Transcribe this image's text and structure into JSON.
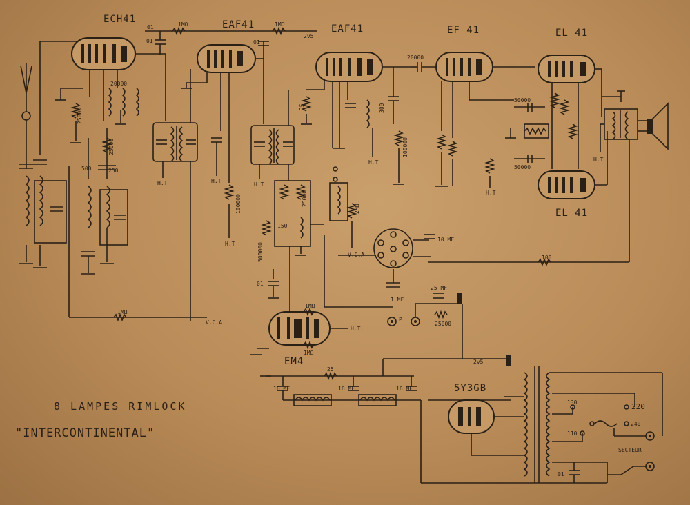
{
  "tubes": {
    "ech41": "ECH41",
    "eaf41_a": "EAF41",
    "eaf41_b": "EAF41",
    "ef41": "EF 41",
    "el41_a": "EL 41",
    "el41_b": "EL 41",
    "em4": "EM4",
    "rect": "5Y3GB"
  },
  "values": {
    "r_1mo_a": "1MΩ",
    "r_1mo_b": "1MΩ",
    "r_1mo_c": "1MΩ",
    "r_1mo_d": "1MΩ",
    "r_1mo_e": "1MΩ",
    "r_25000_a": "25000",
    "r_25000_b": "25000",
    "r_25000_c": "25000",
    "r_50000_a": "50000",
    "r_50000_b": "50000",
    "r_100000_a": "100000",
    "r_100000_b": "100000",
    "r_500000": "500000",
    "r_20000": "20000",
    "r_25": "25",
    "r_100": "100",
    "r_250": "250",
    "r_2mo": "2MΩ",
    "c_01_a": "01",
    "c_01_b": "01",
    "c_01_c": "01",
    "c_300": "300",
    "c_500": "500",
    "c_150": "150",
    "c_10mf": "10 MF",
    "c_25mf": "25 MF",
    "c_1mf": "1 MF",
    "c_16mf_a": "16 MF",
    "c_16mf_b": "16 MF",
    "c_16mf_c": "16 MF",
    "v_2v5": "2v5",
    "v_2v5_top": "2v5",
    "v_110": "110",
    "v_130": "130",
    "v_220": "220",
    "v_240": "240",
    "ht_a": "H.T",
    "ht_b": "H.T",
    "ht_c": "H.T",
    "ht_d": "H.T",
    "ht_e": "H.T",
    "ht_f": "H.T.",
    "vca_a": "V.C.A",
    "vca_b": "V.C.A",
    "pu": "P.U",
    "secteur": "SECTEUR"
  },
  "captions": {
    "line1": "8 LAMPES RIMLOCK",
    "line2": "\"INTERCONTINENTAL\""
  }
}
